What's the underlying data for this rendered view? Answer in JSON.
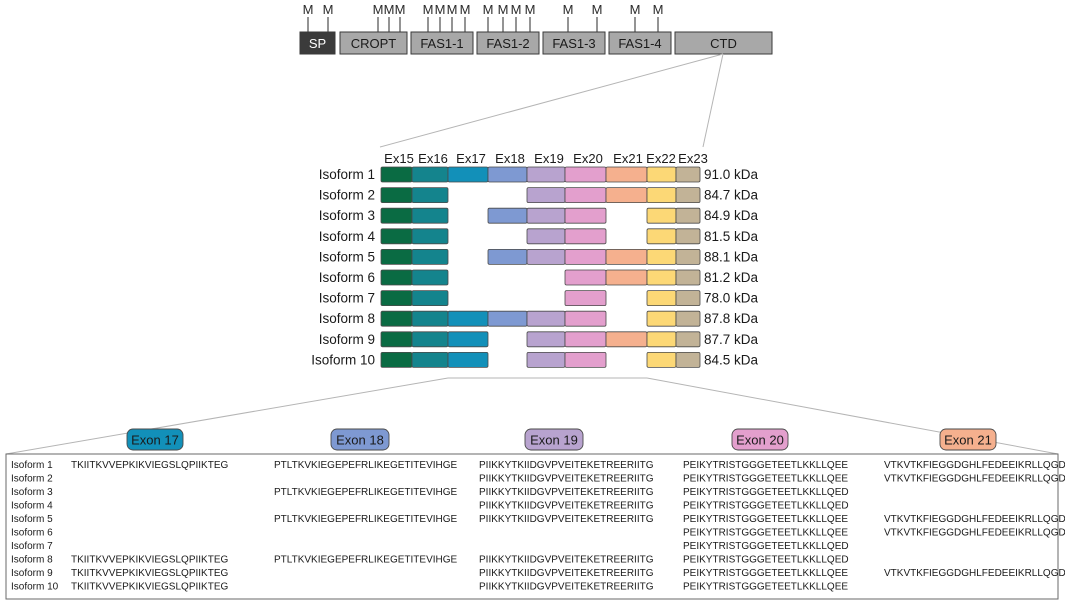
{
  "domain_view": {
    "domain_structure": {
      "m_marker": "M",
      "domains": [
        "SP",
        "CROPT",
        "FAS1-1",
        "FAS1-2",
        "FAS1-3",
        "FAS1-4",
        "CTD"
      ]
    },
    "exon_headers": [
      "Ex15",
      "Ex16",
      "Ex17",
      "Ex18",
      "Ex19",
      "Ex20",
      "Ex21",
      "Ex22",
      "Ex23"
    ],
    "exon_colors": {
      "Ex15": "#0a6b43",
      "Ex16": "#14848d",
      "Ex17": "#1290b9",
      "Ex18": "#7e99d2",
      "Ex19": "#b8a3cf",
      "Ex20": "#e39fcd",
      "Ex21": "#f5b08e",
      "Ex22": "#fcd876",
      "Ex23": "#c2b397"
    },
    "isoforms": [
      {
        "name": "Isoform 1",
        "mass": "91.0 kDa",
        "exons": [
          "Ex15",
          "Ex16",
          "Ex17",
          "Ex18",
          "Ex19",
          "Ex20",
          "Ex21",
          "Ex22",
          "Ex23"
        ]
      },
      {
        "name": "Isoform 2",
        "mass": "84.7 kDa",
        "exons": [
          "Ex15",
          "Ex16",
          "Ex19",
          "Ex20",
          "Ex21",
          "Ex22",
          "Ex23"
        ]
      },
      {
        "name": "Isoform 3",
        "mass": "84.9 kDa",
        "exons": [
          "Ex15",
          "Ex16",
          "Ex18",
          "Ex19",
          "Ex20",
          "Ex22",
          "Ex23"
        ]
      },
      {
        "name": "Isoform 4",
        "mass": "81.5 kDa",
        "exons": [
          "Ex15",
          "Ex16",
          "Ex19",
          "Ex20",
          "Ex22",
          "Ex23"
        ]
      },
      {
        "name": "Isoform 5",
        "mass": "88.1 kDa",
        "exons": [
          "Ex15",
          "Ex16",
          "Ex18",
          "Ex19",
          "Ex20",
          "Ex21",
          "Ex22",
          "Ex23"
        ]
      },
      {
        "name": "Isoform 6",
        "mass": "81.2 kDa",
        "exons": [
          "Ex15",
          "Ex16",
          "Ex20",
          "Ex21",
          "Ex22",
          "Ex23"
        ]
      },
      {
        "name": "Isoform 7",
        "mass": "78.0 kDa",
        "exons": [
          "Ex15",
          "Ex16",
          "Ex20",
          "Ex22",
          "Ex23"
        ]
      },
      {
        "name": "Isoform 8",
        "mass": "87.8 kDa",
        "exons": [
          "Ex15",
          "Ex16",
          "Ex17",
          "Ex18",
          "Ex19",
          "Ex20",
          "Ex22",
          "Ex23"
        ]
      },
      {
        "name": "Isoform 9",
        "mass": "87.7 kDa",
        "exons": [
          "Ex15",
          "Ex16",
          "Ex17",
          "Ex19",
          "Ex20",
          "Ex21",
          "Ex22",
          "Ex23"
        ]
      },
      {
        "name": "Isoform 10",
        "mass": "84.5 kDa",
        "exons": [
          "Ex15",
          "Ex16",
          "Ex17",
          "Ex19",
          "Ex20",
          "Ex22",
          "Ex23"
        ]
      }
    ],
    "sequence_table": {
      "exon_labels": [
        {
          "label": "Exon 17",
          "exon": "Ex17"
        },
        {
          "label": "Exon 18",
          "exon": "Ex18"
        },
        {
          "label": "Exon 19",
          "exon": "Ex19"
        },
        {
          "label": "Exon 20",
          "exon": "Ex20"
        },
        {
          "label": "Exon 21",
          "exon": "Ex21"
        }
      ],
      "rows": [
        {
          "isoform": "Isoform 1",
          "cells": [
            "TKIITKVVEPKIKVIEGSLQPIIKTEG",
            "PTLTKVKIEGEPEFRLIKEGETITEVIHGE",
            "PIIKKYTKIIDGVPVEITEKETREERIITG",
            "PEIKYTRISTGGGETEETLKKLLQEE",
            "VTKVTKFIEGGDGHLFEDEEIKRLLQGD"
          ]
        },
        {
          "isoform": "Isoform 2",
          "cells": [
            "",
            "",
            "PIIKKYTKIIDGVPVEITEKETREERIITG",
            "PEIKYTRISTGGGETEETLKKLLQEE",
            "VTKVTKFIEGGDGHLFEDEEIKRLLQGD"
          ]
        },
        {
          "isoform": "Isoform 3",
          "cells": [
            "",
            "PTLTKVKIEGEPEFRLIKEGETITEVIHGE",
            "PIIKKYTKIIDGVPVEITEKETREERIITG",
            "PEIKYTRISTGGGETEETLKKLLQED",
            ""
          ]
        },
        {
          "isoform": "Isoform 4",
          "cells": [
            "",
            "",
            "PIIKKYTKIIDGVPVEITEKETREERIITG",
            "PEIKYTRISTGGGETEETLKKLLQED",
            ""
          ]
        },
        {
          "isoform": "Isoform 5",
          "cells": [
            "",
            "PTLTKVKIEGEPEFRLIKEGETITEVIHGE",
            "PIIKKYTKIIDGVPVEITEKETREERIITG",
            "PEIKYTRISTGGGETEETLKKLLQEE",
            "VTKVTKFIEGGDGHLFEDEEIKRLLQGD"
          ]
        },
        {
          "isoform": "Isoform 6",
          "cells": [
            "",
            "",
            "",
            "PEIKYTRISTGGGETEETLKKLLQEE",
            "VTKVTKFIEGGDGHLFEDEEIKRLLQGD"
          ]
        },
        {
          "isoform": "Isoform 7",
          "cells": [
            "",
            "",
            "",
            "PEIKYTRISTGGGETEETLKKLLQED",
            ""
          ]
        },
        {
          "isoform": "Isoform 8",
          "cells": [
            "TKIITKVVEPKIKVIEGSLQPIIKTEG",
            "PTLTKVKIEGEPEFRLIKEGETITEVIHGE",
            "PIIKKYTKIIDGVPVEITEKETREERIITG",
            "PEIKYTRISTGGGETEETLKKLLQED",
            ""
          ]
        },
        {
          "isoform": "Isoform 9",
          "cells": [
            "TKIITKVVEPKIKVIEGSLQPIIKTEG",
            "",
            "PIIKKYTKIIDGVPVEITEKETREERIITG",
            "PEIKYTRISTGGGETEETLKKLLQEE",
            "VTKVTKFIEGGDGHLFEDEEIKRLLQGD"
          ]
        },
        {
          "isoform": "Isoform 10",
          "cells": [
            "TKIITKVVEPKIKVIEGSLQPIIKTEG",
            "",
            "PIIKKYTKIIDGVPVEITEKETREERIITG",
            "PEIKYTRISTGGGETEETLKKLLQEE",
            ""
          ]
        }
      ]
    }
  }
}
